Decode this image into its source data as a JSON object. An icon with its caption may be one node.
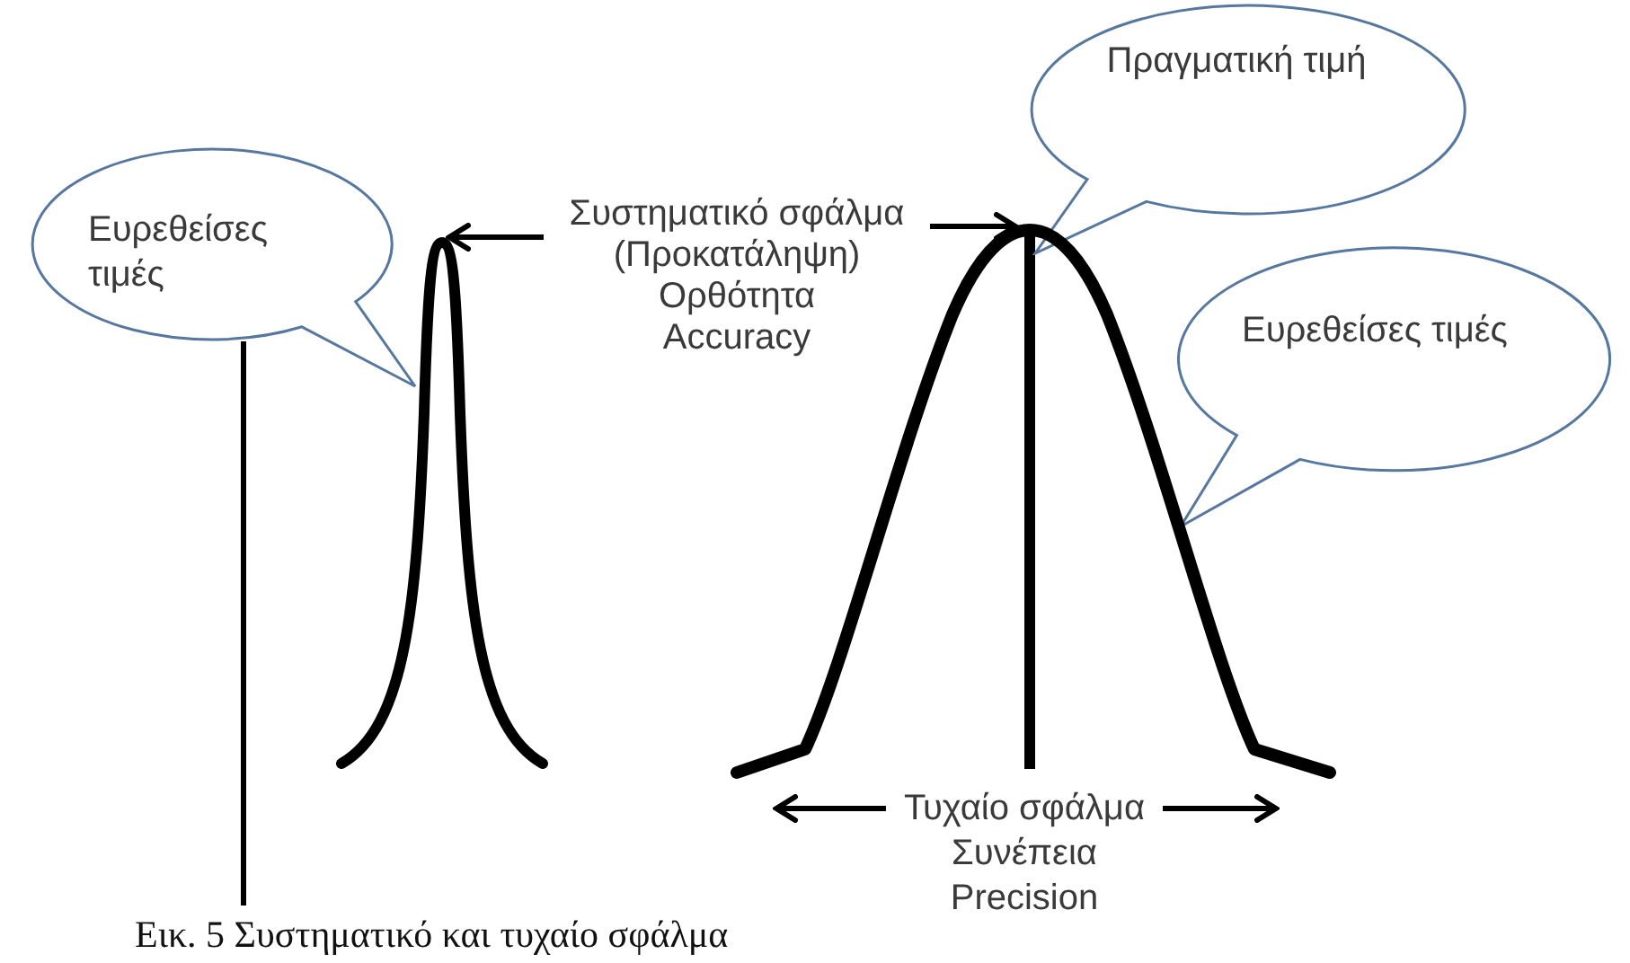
{
  "diagram": {
    "caption": "Εικ. 5 Συστηματικό και τυχαίο σφάλμα",
    "nodes": [
      {
        "text": [
          "Πραγματική τιμή"
        ]
      },
      {
        "text": [
          "Ευρεθείσες τιμές"
        ]
      },
      {
        "text": [
          "Συστηματικό σφάλμα (Προκατάληψη)",
          "Ορθότητα",
          "Accuracy"
        ]
      },
      {
        "text": [
          "Ευρεθείσες τιμές"
        ]
      },
      {
        "text": [],
        "shape": "curve"
      },
      {
        "text": [],
        "shape": "curve"
      },
      {
        "text": [
          "Τυχαίο σφάλμα",
          "Συνέπεια",
          "Precision"
        ]
      }
    ],
    "edges": [
      {
        "from": 2,
        "to": 4,
        "arrow": "to"
      },
      {
        "from": 2,
        "to": 5,
        "arrow": "to"
      },
      {
        "from": 6,
        "to": 5,
        "arrow": "to"
      },
      {
        "from": 6,
        "to": 5,
        "arrow": "to"
      }
    ]
  }
}
